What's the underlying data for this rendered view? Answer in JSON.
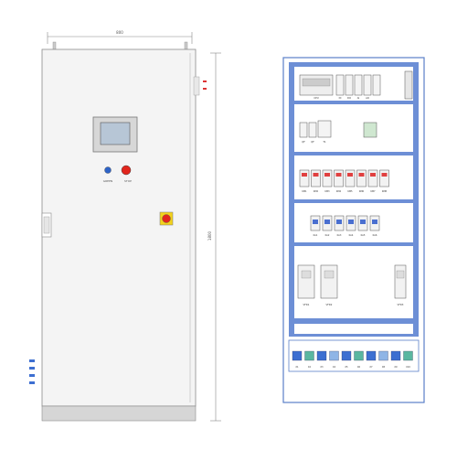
{
  "cabinet_front": {
    "width_dim": "800",
    "height_dim": "1800",
    "hmi_label": "",
    "button_labels": [
      "GREEN",
      "STOP"
    ]
  },
  "panel_layout": {
    "row1_labels": [
      "CPU",
      "DI",
      "DO",
      "AI",
      "AO"
    ],
    "row2_labels": [
      "QF",
      "QF",
      "T1"
    ],
    "row3_labels": [
      "KM1",
      "KM2",
      "KM3",
      "KM4",
      "KM5",
      "KM6",
      "KM7",
      "KM8"
    ],
    "row4_labels": [
      "KA1",
      "KA2",
      "KA3",
      "KA4",
      "KA5",
      "KA6"
    ],
    "drive_labels": [
      "VFD1",
      "VFD2",
      "VFD3"
    ],
    "terminal_labels": [
      "X1",
      "X2",
      "X3",
      "X4",
      "X5",
      "X6",
      "X7",
      "X8",
      "X9",
      "X10"
    ]
  },
  "colors": {
    "frame_blue": "#5b7fc8",
    "panel_blue": "#6d8fd6",
    "interior": "#ffffff",
    "door_gray": "#f4f4f4",
    "base_gray": "#d6d6d6",
    "stop_red": "#e2261d",
    "emergency_yellow": "#f3d21c"
  }
}
